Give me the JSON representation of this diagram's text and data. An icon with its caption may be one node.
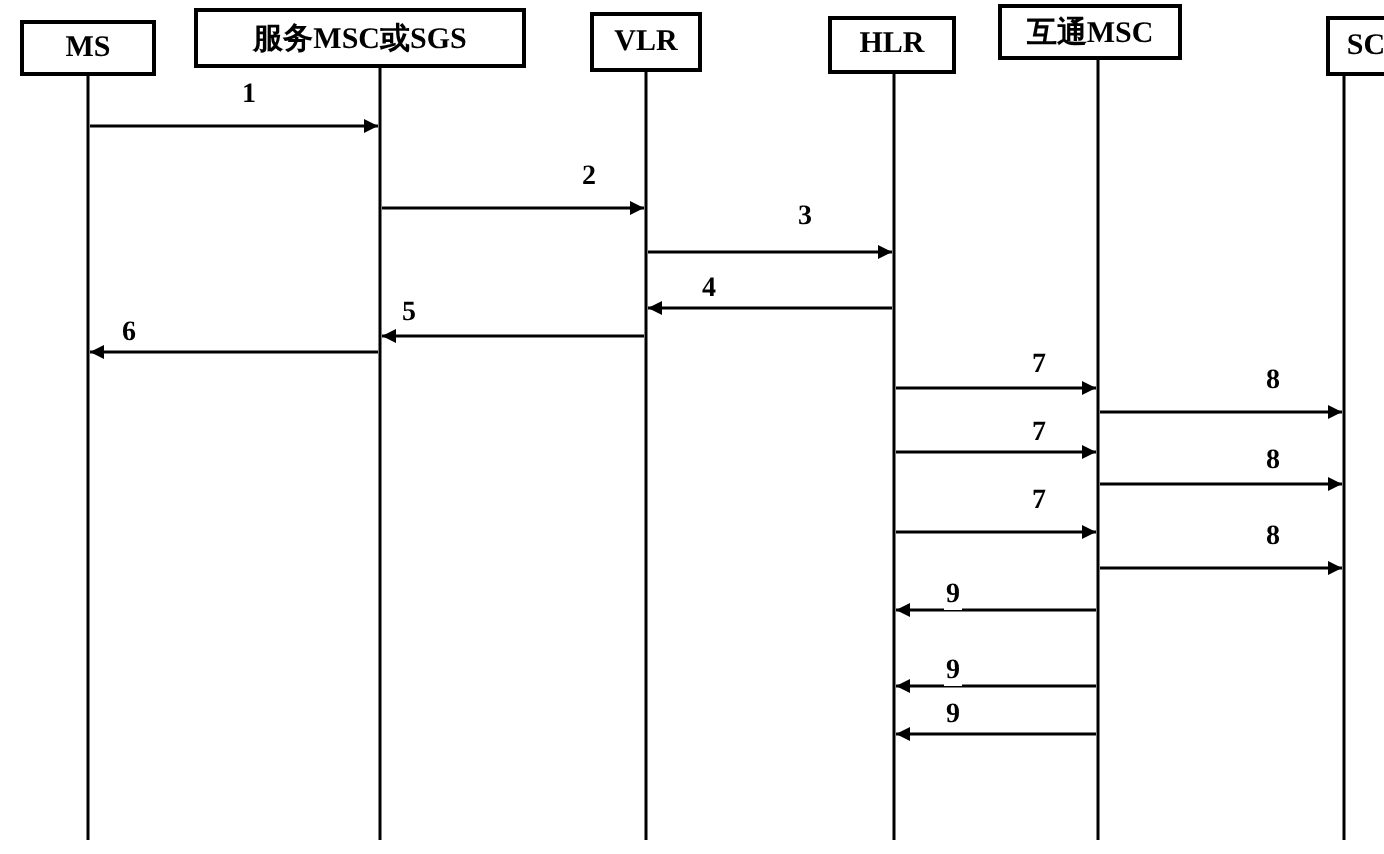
{
  "diagram": {
    "nodes": [
      {
        "text": [
          "MS"
        ]
      },
      {
        "text": [
          "服务MSC或SGS"
        ]
      },
      {
        "text": [
          "VLR"
        ]
      },
      {
        "text": [
          "HLR"
        ]
      },
      {
        "text": [
          "互通MSC"
        ]
      },
      {
        "text": [
          "SC"
        ]
      }
    ],
    "edges": [
      {
        "from": 0,
        "to": 1,
        "arrow": "to",
        "label": "1"
      },
      {
        "from": 1,
        "to": 2,
        "arrow": "to",
        "label": "2"
      },
      {
        "from": 2,
        "to": 3,
        "arrow": "to",
        "label": "3"
      },
      {
        "from": 3,
        "to": 2,
        "arrow": "to",
        "label": "4"
      },
      {
        "from": 2,
        "to": 1,
        "arrow": "to",
        "label": "5"
      },
      {
        "from": 1,
        "to": 0,
        "arrow": "to",
        "label": "6"
      },
      {
        "from": 3,
        "to": 4,
        "arrow": "to",
        "label": "7"
      },
      {
        "from": 4,
        "to": 5,
        "arrow": "to",
        "label": "8"
      },
      {
        "from": 3,
        "to": 4,
        "arrow": "to",
        "label": "7"
      },
      {
        "from": 4,
        "to": 5,
        "arrow": "to",
        "label": "8"
      },
      {
        "from": 3,
        "to": 4,
        "arrow": "to",
        "label": "7"
      },
      {
        "from": 4,
        "to": 5,
        "arrow": "to",
        "label": "8"
      },
      {
        "from": 4,
        "to": 3,
        "arrow": "to",
        "label": "9"
      },
      {
        "from": 4,
        "to": 3,
        "arrow": "to",
        "label": "9"
      },
      {
        "from": 4,
        "to": 3,
        "arrow": "to",
        "label": "9"
      }
    ]
  }
}
